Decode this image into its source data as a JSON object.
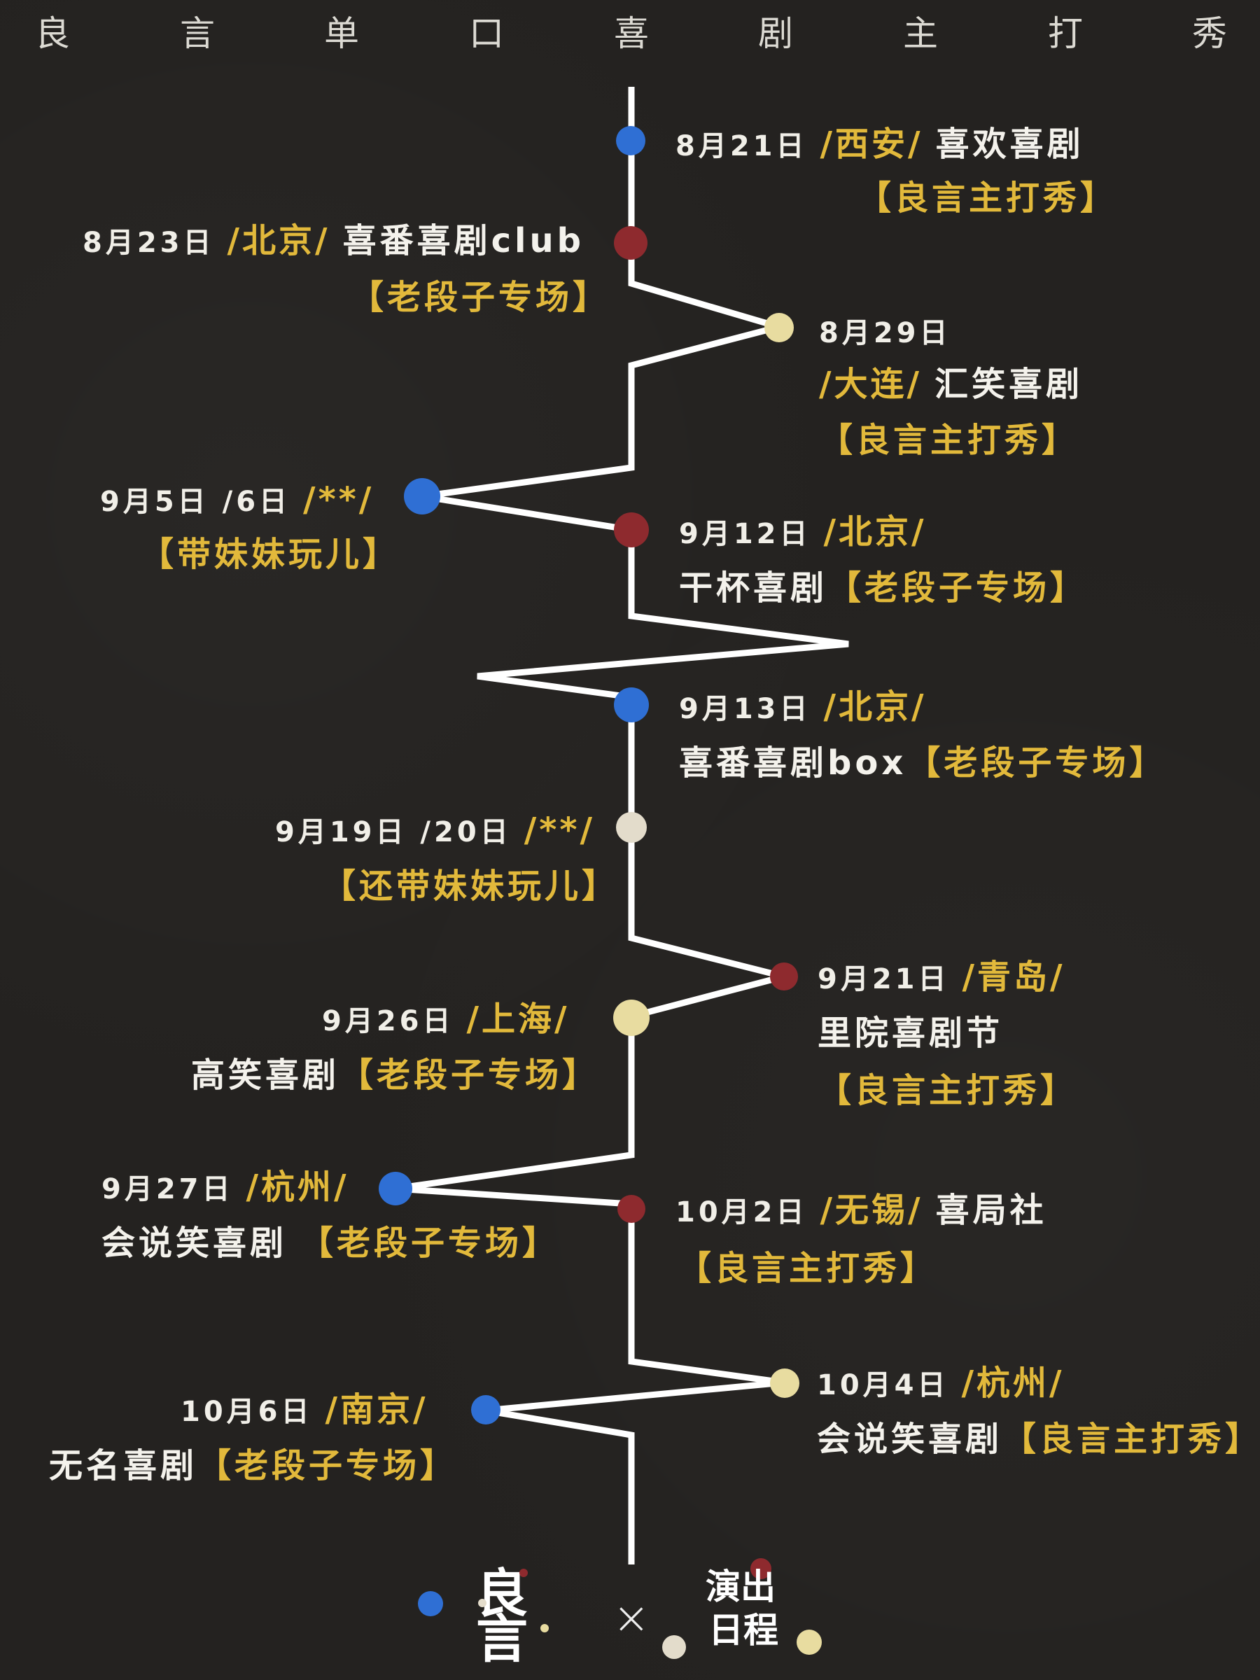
{
  "header": {
    "chars": [
      "良",
      "言",
      "单",
      "口",
      "喜",
      "剧",
      "主",
      "打",
      "秀"
    ]
  },
  "colors": {
    "background": "#242220",
    "accent_gold": "#e2b93b",
    "dot_blue": "#2f6fd4",
    "dot_red": "#8e2a2e",
    "dot_cream": "#e8dca0",
    "dot_beige": "#e3dccb",
    "line_white": "#ffffff"
  },
  "events": [
    {
      "date": "8月21日",
      "city": "/西安/",
      "venue": "喜欢喜剧",
      "tag": "【良言主打秀】"
    },
    {
      "date": "8月23日",
      "city": "/北京/",
      "venue": "喜番喜剧club",
      "tag": "【老段子专场】"
    },
    {
      "date": "8月29日",
      "city": "/大连/",
      "venue": "汇笑喜剧",
      "tag": "【良言主打秀】"
    },
    {
      "date": "9月5日 /6日",
      "city": "/**/",
      "venue": "",
      "tag": "【带妹妹玩儿】"
    },
    {
      "date": "9月12日",
      "city": "/北京/",
      "venue": "干杯喜剧",
      "tag": "【老段子专场】"
    },
    {
      "date": "9月13日",
      "city": "/北京/",
      "venue": "喜番喜剧box",
      "tag": "【老段子专场】"
    },
    {
      "date": "9月19日 /20日",
      "city": "/**/",
      "venue": "",
      "tag": "【还带妹妹玩儿】"
    },
    {
      "date": "9月21日",
      "city": "/青岛/",
      "venue": "里院喜剧节",
      "tag": "【良言主打秀】"
    },
    {
      "date": "9月26日",
      "city": "/上海/",
      "venue": "高笑喜剧",
      "tag": "【老段子专场】"
    },
    {
      "date": "9月27日",
      "city": "/杭州/",
      "venue": "会说笑喜剧",
      "tag": "【老段子专场】"
    },
    {
      "date": "10月2日",
      "city": "/无锡/",
      "venue": "喜局社",
      "tag": "【良言主打秀】"
    },
    {
      "date": "10月4日",
      "city": "/杭州/",
      "venue": "会说笑喜剧",
      "tag": "【良言主打秀】"
    },
    {
      "date": "10月6日",
      "city": "/南京/",
      "venue": "无名喜剧",
      "tag": "【老段子专场】"
    }
  ],
  "footer": {
    "logo_top": "良",
    "logo_bottom": "言",
    "cross": "×",
    "schedule_line1": "演出",
    "schedule_line2": "日程"
  }
}
